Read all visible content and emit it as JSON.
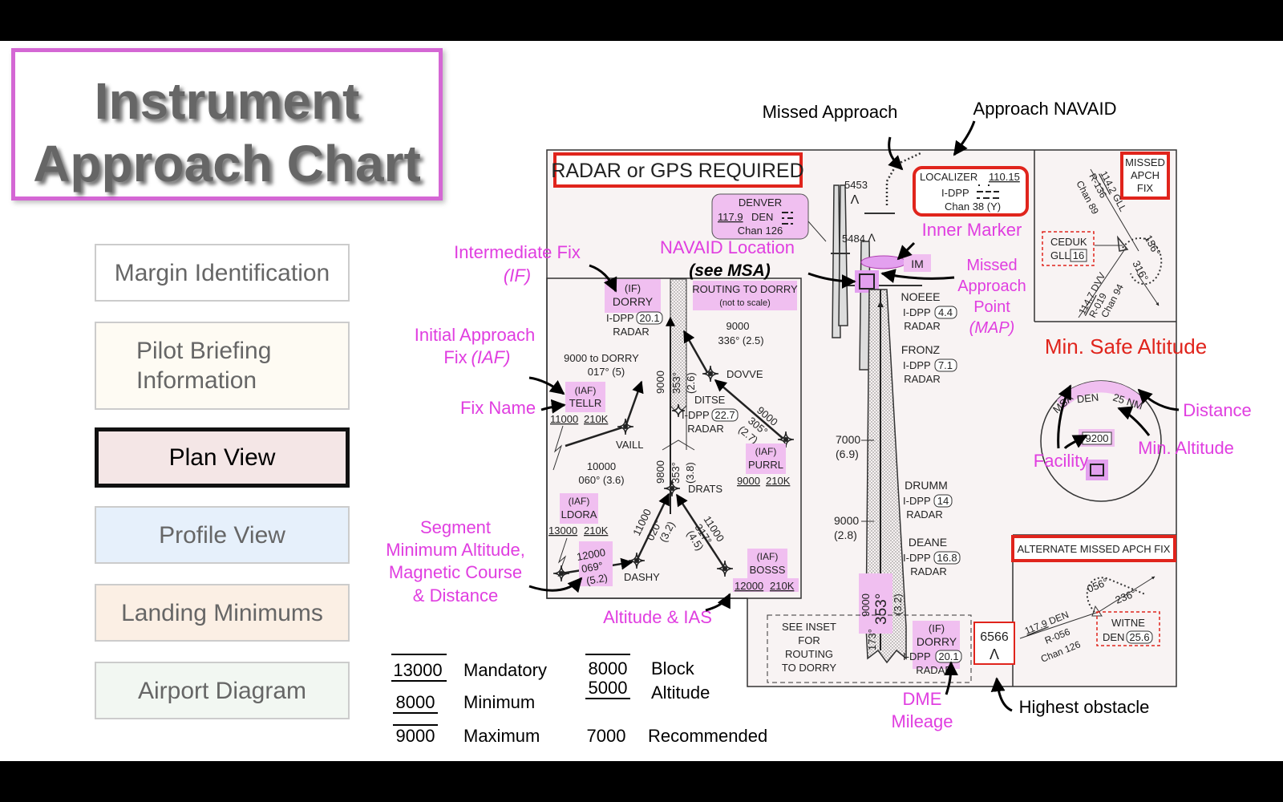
{
  "title": {
    "line1": "Instrument",
    "line2": "Approach Chart"
  },
  "nav": {
    "items": [
      {
        "label": "Margin Identification",
        "bg": "#ffffff"
      },
      {
        "label": "Pilot Briefing Information",
        "bg": "#fefbf3"
      },
      {
        "label": "Plan View",
        "bg": "#f4e6e6",
        "active": true
      },
      {
        "label": "Profile View",
        "bg": "#e6f0fb"
      },
      {
        "label": "Landing Minimums",
        "bg": "#fbefe4"
      },
      {
        "label": "Airport Diagram",
        "bg": "#f2f7f2"
      }
    ]
  },
  "colors": {
    "annotation": "#e03ee0",
    "highlight": "#f0bff0",
    "alert": "#e0241c"
  },
  "chart": {
    "header_box": "RADAR or GPS REQUIRED",
    "missed_apch_fix": [
      "MISSED",
      "APCH",
      "FIX"
    ],
    "alt_missed_apch_fix": "ALTERNATE MISSED APCH FIX",
    "localizer": {
      "line1": "LOCALIZER",
      "freq": "110.15",
      "ident": "I-DPP",
      "chan": "Chan 38 (Y)"
    },
    "denver": {
      "name": "DENVER",
      "freq": "117.9",
      "ident": "DEN",
      "chan": "Chan 126"
    },
    "alt_5453": "5453",
    "alt_5484": "5484",
    "im": "IM",
    "fixes": {
      "dorry_if": "(IF)",
      "dorry": "DORRY",
      "dorry_dme_id": "I-DPP",
      "dorry_dme": "20.1",
      "dorry_radar": "RADAR",
      "routing_box_1": "ROUTING TO DORRY",
      "routing_box_2": "(not to scale)",
      "noeee": "NOEEE",
      "noeee_id": "I-DPP",
      "noeee_dme": "4.4",
      "noeee_radar": "RADAR",
      "fronz": "FRONZ",
      "fronz_id": "I-DPP",
      "fronz_dme": "7.1",
      "fronz_radar": "RADAR",
      "dovve_alt": "9000",
      "dovve_crs": "336° (2.5)",
      "dovve": "DOVVE",
      "tellr_route_1": "9000 to DORRY",
      "tellr_route_2": "017° (5)",
      "tellr_iaf": "(IAF)",
      "tellr": "TELLR",
      "tellr_alt": "11000",
      "tellr_ias": "210K",
      "vaill": "VAILL",
      "vaill_alt": "10000",
      "vaill_crs": "060° (3.6)",
      "ditse": "DITSE",
      "ditse_id": "I-DPP",
      "ditse_dme": "22.7",
      "ditse_radar": "RADAR",
      "seg_9000_1": "9000",
      "seg_353_1": "353°",
      "seg_26": "(2.6)",
      "seg_9800": "9800",
      "seg_353_2": "353°",
      "seg_38": "(3.8)",
      "seg_9000_2": "9000",
      "seg_305": "305°",
      "seg_27": "(2.7)",
      "purrl_iaf": "(IAF)",
      "purrl": "PURRL",
      "purrl_alt": "9000",
      "purrl_ias": "210K",
      "drats": "DRATS",
      "ldora_iaf": "(IAF)",
      "ldora": "LDORA",
      "ldora_alt": "13000",
      "ldora_ias": "210K",
      "seg_12000": "12000",
      "seg_069": "069°",
      "seg_52": "(5.2)",
      "seg_11000a": "11000",
      "seg_020": "020°",
      "seg_32a": "(3.2)",
      "seg_11000b": "11000",
      "seg_317": "317°",
      "seg_45": "(4.5)",
      "dashy": "DASHY",
      "bosss_iaf": "(IAF)",
      "bosss": "BOSSS",
      "bosss_alt": "12000",
      "bosss_ias": "210K",
      "alt_7000": "7000",
      "alt_69": "(6.9)",
      "alt_9000": "9000",
      "alt_28": "(2.8)",
      "drumm": "DRUMM",
      "drumm_id": "I-DPP",
      "drumm_dme": "14",
      "drumm_radar": "RADAR",
      "deane": "DEANE",
      "deane_id": "I-DPP",
      "deane_dme": "16.8",
      "deane_radar": "RADAR",
      "fc_9000": "9000",
      "fc_353": "353°",
      "fc_32": "(3.2)",
      "fc_173": "173°",
      "dorry2_if": "(IF)",
      "dorry2": "DORRY",
      "dorry2_id": "I-DPP",
      "dorry2_dme": "20.1",
      "dorry2_radar": "RADAR",
      "inset": [
        "SEE INSET",
        "FOR",
        "ROUTING",
        "TO DORRY"
      ],
      "obstacle": "6566"
    },
    "missed_region": {
      "r136_freq": "114.2",
      "r136_id": "GLL",
      "r136": "R-136",
      "r136_chan": "Chan 89",
      "ceduk": "CEDUK",
      "ceduk_id": "GLL",
      "ceduk_dme": "16",
      "hold_136": "136°",
      "hold_316": "316°",
      "r019_freq": "114.7",
      "r019_id": "DVV",
      "r019": "R-019",
      "r019_chan": "Chan 94"
    },
    "msa": {
      "label": "MSA",
      "facility": "DEN",
      "radius": "25 NM",
      "altitude": "9200"
    },
    "alt_missed": {
      "den_freq": "117.9",
      "den_id": "DEN",
      "r056": "R-056",
      "chan": "Chan 126",
      "hold_056": "056°",
      "hold_236": "236°",
      "witne": "WITNE",
      "witne_id": "DEN",
      "witne_dme": "25.6"
    }
  },
  "annotations": {
    "missed_approach": "Missed Approach",
    "approach_navaid": "Approach NAVAID",
    "intermediate_fix": "Intermediate Fix",
    "intermediate_fix_abbr": "(IF)",
    "navaid_location": "NAVAID  Location",
    "see_msa": "(see MSA)",
    "inner_marker": "Inner Marker",
    "missed_approach_point": [
      "Missed",
      "Approach",
      "Point"
    ],
    "map_abbr": "(MAP)",
    "initial_approach_fix": "Initial Approach",
    "iaf_line2": "Fix",
    "iaf_abbr": "(IAF)",
    "fix_name": "Fix Name",
    "min_safe_altitude": "Min. Safe Altitude",
    "distance": "Distance",
    "min_altitude": "Min. Altitude",
    "facility": "Facility",
    "segment": [
      "Segment",
      "Minimum Altitude,",
      "Magnetic Course",
      "& Distance"
    ],
    "altitude_ias": "Altitude & IAS",
    "dme_mileage": [
      "DME",
      "Mileage"
    ],
    "highest_obstacle": "Highest obstacle"
  },
  "legend": {
    "mandatory_value": "13000",
    "mandatory": "Mandatory",
    "minimum_value": "8000",
    "minimum": "Minimum",
    "maximum_value": "9000",
    "maximum": "Maximum",
    "block_value_top": "8000",
    "block_value_bottom": "5000",
    "block_line1": "Block",
    "block_line2": "Altitude",
    "recommended_value": "7000",
    "recommended": "Recommended"
  }
}
